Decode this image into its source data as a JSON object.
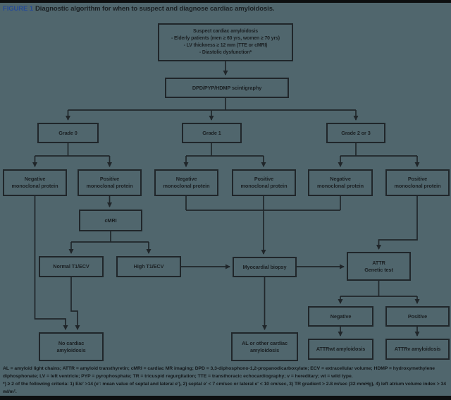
{
  "title": {
    "label": "FIGURE 1",
    "text": "Diagnostic algorithm for when to suspect and diagnose cardiac amyloidosis."
  },
  "colors": {
    "background": "#50666D",
    "line_and_text": "#20262a",
    "figure_label_blue": "#274b94",
    "top_bottom_rule": "#0d0f10"
  },
  "nodes": {
    "suspect": {
      "l1": "Suspect cardiac amyloidosis",
      "l2": "- Elderly patients (men ≥ 60 yrs, women ≥ 70 yrs)",
      "l3": "- LV thickness ≥ 12 mm (TTE or cMRI)",
      "l4": "- Diastolic dysfunction*"
    },
    "scintigraphy": {
      "label": "DPD/PYP/HDMP scintigraphy"
    },
    "grade0": {
      "label": "Grade 0"
    },
    "grade1": {
      "label": "Grade 1"
    },
    "grade23": {
      "label": "Grade 2 or 3"
    },
    "m1": {
      "l1": "Negative",
      "l2": "monoclonal protein"
    },
    "m2": {
      "l1": "Positive",
      "l2": "monoclonal protein"
    },
    "m3": {
      "l1": "Negative",
      "l2": "monoclonal protein"
    },
    "m4": {
      "l1": "Positive",
      "l2": "monoclonal protein"
    },
    "m5": {
      "l1": "Negative",
      "l2": "monoclonal protein"
    },
    "m6": {
      "l1": "Positive",
      "l2": "monoclonal protein"
    },
    "cmri": {
      "label": "cMRI"
    },
    "normal_t1": {
      "label": "Normal T1/ECV"
    },
    "high_t1": {
      "label": "High T1/ECV"
    },
    "biopsy": {
      "label": "Myocardial biopsy"
    },
    "attr_test": {
      "l1": "ATTR",
      "l2": "Genetic test"
    },
    "negative": {
      "label": "Negative"
    },
    "positive": {
      "label": "Positive"
    },
    "attrwt": {
      "label": "ATTRwt amyloidosis"
    },
    "attrv": {
      "label": "ATTRv amyloidosis"
    },
    "no_cardiac": {
      "l1": "No cardiac",
      "l2": "amyloidosis"
    },
    "al_other": {
      "l1": "AL or other cardiac",
      "l2": "amyloidosis"
    }
  },
  "footnotes": {
    "abbreviations": "AL = amyloid light chains; ATTR = amyloid transthyretin; cMRI = cardiac MR imaging; DPD = 3,3-diphosphono-1,2-propanodicarboxylate; ECV = extracellular volume; HDMP = hydroxymethylene diphosphonate; LV = left ventricle; PYP = pyrophosphate; TR = tricuspid regurgitation; TTE = transthoracic echocardiography; v = hereditary; wt = wild type.",
    "criteria": "*) ≥ 2 of the following criteria: 1) E/e' >14 (e': mean value of septal and lateral e'), 2) septal e' < 7 cm/sec or lateral e' < 10 cm/sec, 3) TR gradient > 2.8 m/sec (32 mmHg), 4) left atrium volume index > 34 ml/m²."
  }
}
